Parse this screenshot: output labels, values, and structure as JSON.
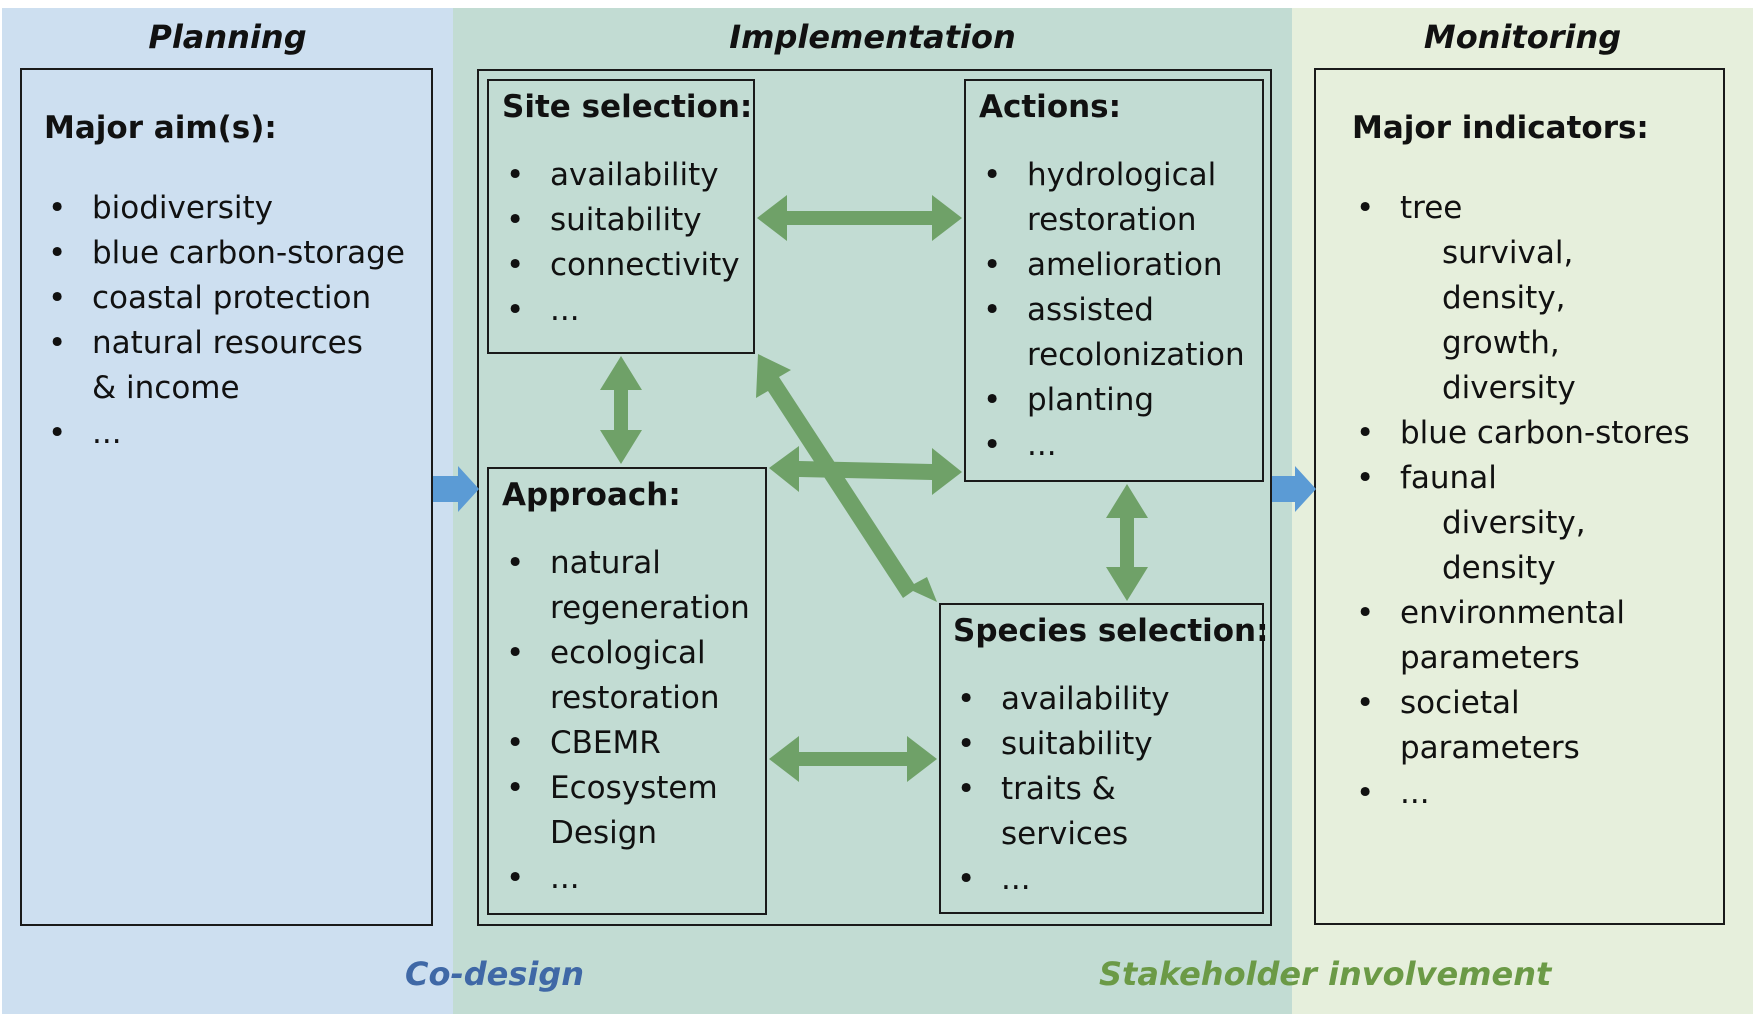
{
  "panels": {
    "planning": {
      "header": "Planning",
      "title": "Major aim(s):",
      "items": [
        [
          "biodiversity"
        ],
        [
          "blue carbon-storage"
        ],
        [
          "coastal protection"
        ],
        [
          "natural resources",
          "& income"
        ],
        [
          "..."
        ]
      ]
    },
    "implementation": {
      "header": "Implementation",
      "site_selection": {
        "title": "Site selection:",
        "items": [
          [
            "availability"
          ],
          [
            "suitability"
          ],
          [
            "connectivity"
          ],
          [
            "..."
          ]
        ]
      },
      "actions": {
        "title": "Actions:",
        "items": [
          [
            "hydrological",
            "restoration"
          ],
          [
            "amelioration"
          ],
          [
            "assisted",
            "recolonization"
          ],
          [
            "planting"
          ],
          [
            "..."
          ]
        ]
      },
      "approach": {
        "title": "Approach:",
        "items": [
          [
            "natural",
            "regeneration"
          ],
          [
            "ecological",
            "restoration"
          ],
          [
            "CBEMR"
          ],
          [
            "Ecosystem",
            "Design"
          ],
          [
            "..."
          ]
        ]
      },
      "species_selection": {
        "title": "Species selection:",
        "items": [
          [
            "availability"
          ],
          [
            "suitability"
          ],
          [
            "traits &",
            "services"
          ],
          [
            "..."
          ]
        ]
      }
    },
    "monitoring": {
      "header": "Monitoring",
      "title": "Major indicators:",
      "items": [
        [
          "tree",
          "survival,",
          "density,",
          "growth,",
          "diversity"
        ],
        [
          "blue carbon-stores"
        ],
        [
          "faunal",
          "diversity,",
          "density"
        ],
        [
          "environmental",
          "parameters"
        ],
        [
          "societal",
          "parameters"
        ],
        [
          "..."
        ]
      ]
    }
  },
  "footer": {
    "co_design": "Co-design",
    "stakeholder": "Stakeholder involvement"
  },
  "colors": {
    "planning_bg": "#cddff0",
    "implementation_bg": "#c2dcd3",
    "monitoring_bg": "#e6efdc",
    "flow_arrow": "#5b9bd5",
    "link_arrow": "#6fa168",
    "co_design_text": "#3f68a6",
    "stakeholder_text": "#6b9a46"
  }
}
